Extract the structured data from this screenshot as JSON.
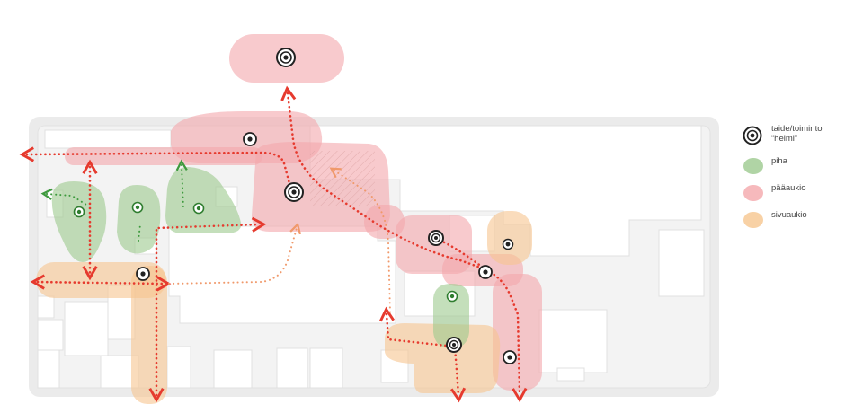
{
  "legend": {
    "pearl_label": "taide/toiminto\n“helmi”",
    "courtyard_label": "piha",
    "main_square_label": "pääaukio",
    "side_square_label": "sivuaukio"
  },
  "colors": {
    "courtyard": "#9cc98e",
    "main_square": "#f4a7ab",
    "side_square": "#f6c58f",
    "route_red": "#e63a2e",
    "route_orange": "#f0996b",
    "route_green": "#3e9a3e",
    "block_outline": "#e6e6e6",
    "building": "#ffffff"
  },
  "icons": {
    "pearl": "concentric-target-icon",
    "small_pearl": "dot-target-icon"
  }
}
